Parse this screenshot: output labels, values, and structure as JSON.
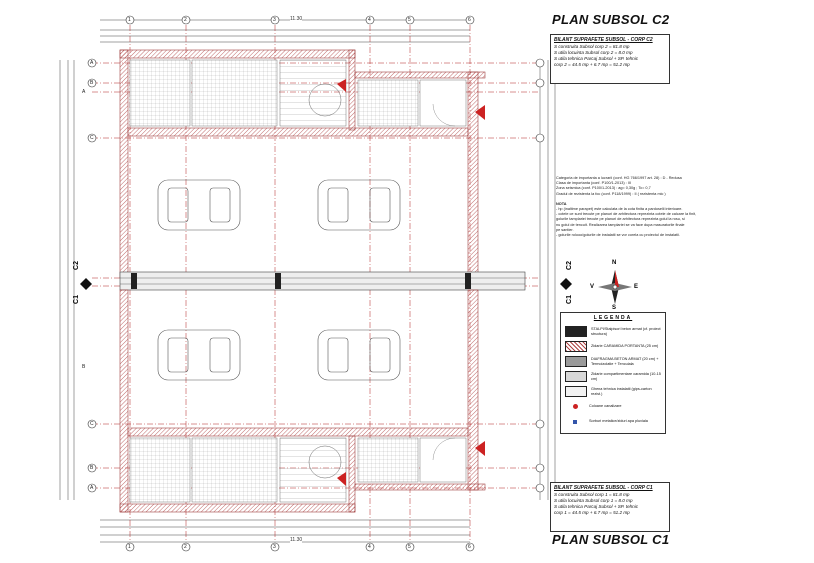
{
  "titles": {
    "c2": "PLAN SUBSOL C2",
    "c1": "PLAN SUBSOL C1"
  },
  "overall_dimension": "11.30",
  "grid": {
    "columns": [
      "1",
      "2",
      "3",
      "4",
      "5",
      "6"
    ],
    "rows_top": [
      "A",
      "B",
      "A",
      "C"
    ],
    "rows_bottom": [
      "C",
      "B",
      "A",
      "B"
    ]
  },
  "section_marks": {
    "left_top": "C2",
    "left_bottom": "C1",
    "right_top": "C2",
    "right_bottom": "C1"
  },
  "bilant_c2": {
    "header": "BILANT SUPRAFETE SUBSOL - CORP C2",
    "lines": [
      "S construita Subsol corp 2 = 81.8 mp",
      "S utila locuinta Subsol corp 2 = 8.0 mp",
      "",
      "S utila tehnica Parcaj Subsol + SP. tehnic",
      "corp 2 = 44.5 mp + 6.7 mp = 51.2 mp"
    ]
  },
  "bilant_c1": {
    "header": "BILANT SUPRAFETE SUBSOL - CORP C1",
    "lines": [
      "S construita Subsol corp 1 = 81.8 mp",
      "S utila locuinta Subsol corp 1 = 8.0 mp",
      "",
      "S utila tehnica Parcaj Subsol + SP. tehnic",
      "corp 1 = 44.5 mp + 6.7 mp = 51.2 mp"
    ]
  },
  "notes": {
    "lines": [
      "Categoria de importanta a lucrarii (conf. HG 766/1997 art. 28) : D - Redusa",
      "Clasa de importanta (conf. P100/1-2013) : III",
      "Zona seismica (conf. P100/1-2013) : ag= 0,30g ; Tc= 0,7",
      "Gradul de rezistenta la foc (conf. P118/1999) : II ( rezistenta mic )",
      "",
      "NOTA",
      "- hp (inaltime parapet) este calculata de la cota finita a pardoselii interioare.",
      "- cotele ce sunt trecute pe planuri de arhitectura reprezinta cotele de calcare la finit,",
      "  golurile tamplariei trecute pe planuri de arhitectura reprezinta golul la rosu, si",
      "  nu golul de tencuit. Realizarea tamplariei se va face dupa masuratorile finale",
      "  pe santier.",
      "- golurile rolooo/golurile de instalatii se vor corela cu proiectul de instalatii."
    ]
  },
  "compass": {
    "n": "N",
    "s": "S",
    "e": "E",
    "v": "V"
  },
  "legend": {
    "title": "LEGENDA",
    "items": [
      {
        "label": "STALPI/Stalpisori beton armat (cf. proiect structura)",
        "swatch": "#222222"
      },
      {
        "label": "Zidarie CARAMIDA PORTANTA (25 cm)",
        "swatch": "#ffffff"
      },
      {
        "label": "DIAFRAGMA BETON ARMAT (20 cm) + Termoizolatie + Tencuiala",
        "swatch": "#9a9a9a"
      },
      {
        "label": "Zidarie compartimentare caramida (10-15 cm)",
        "swatch": "#d8d8d8"
      },
      {
        "label": "Ghena tehnica instalatii (gips-carton rezist.)",
        "swatch": "#f2f2f2"
      },
      {
        "label": "Coloane canalizare",
        "swatch": "#cc2222"
      },
      {
        "label": "Sorburi metalice/ziduri apa pluviala",
        "swatch": "#3355aa"
      }
    ]
  },
  "colors": {
    "wall": "#c08a8a",
    "hatch": "#aa2020",
    "grid": "#b02020",
    "dimension": "#555555"
  }
}
